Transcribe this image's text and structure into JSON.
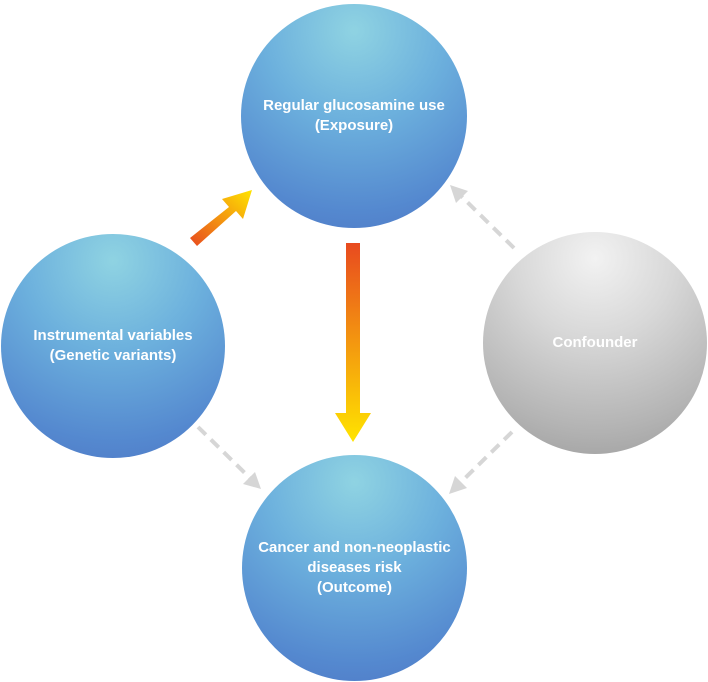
{
  "nodes": {
    "exposure": {
      "line1": "Regular glucosamine use",
      "line2": "(Exposure)"
    },
    "instrument": {
      "line1": "Instrumental variables",
      "line2": "(Genetic variants)"
    },
    "confounder": {
      "line1": "Confounder"
    },
    "outcome": {
      "line1": "Cancer and non-neoplastic",
      "line2": "diseases risk",
      "line3": "(Outcome)"
    }
  },
  "colors": {
    "arrow_start": "#e84a1f",
    "arrow_end": "#ffe400",
    "dashed_arrow": "#d6d6d6"
  }
}
